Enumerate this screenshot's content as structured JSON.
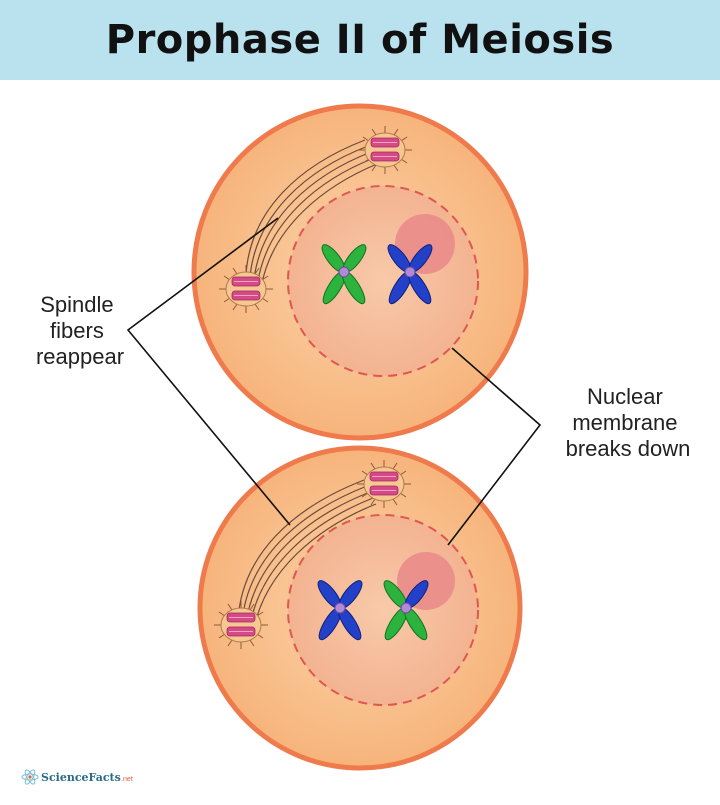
{
  "title": "Prophase II of Meiosis",
  "labels": {
    "spindle": [
      "Spindle",
      "fibers",
      "reappear"
    ],
    "nuclear": [
      "Nuclear",
      "membrane",
      "breaks down"
    ]
  },
  "logo": {
    "name": "ScienceFacts",
    "suffix": ".net"
  },
  "colors": {
    "cell_fill": "#f9bf8a",
    "cell_border": "#ef7a4c",
    "nucleus_fill": "#f5ba9b",
    "nucleus_border": "#e05650",
    "centriole": "#d54a86",
    "nucleolus": "#e98888",
    "chromatid_green": "#2bb33e",
    "chromatid_blue": "#2340c8",
    "centromere": "#b08ad6",
    "title_bg": "#b9e1ee"
  }
}
